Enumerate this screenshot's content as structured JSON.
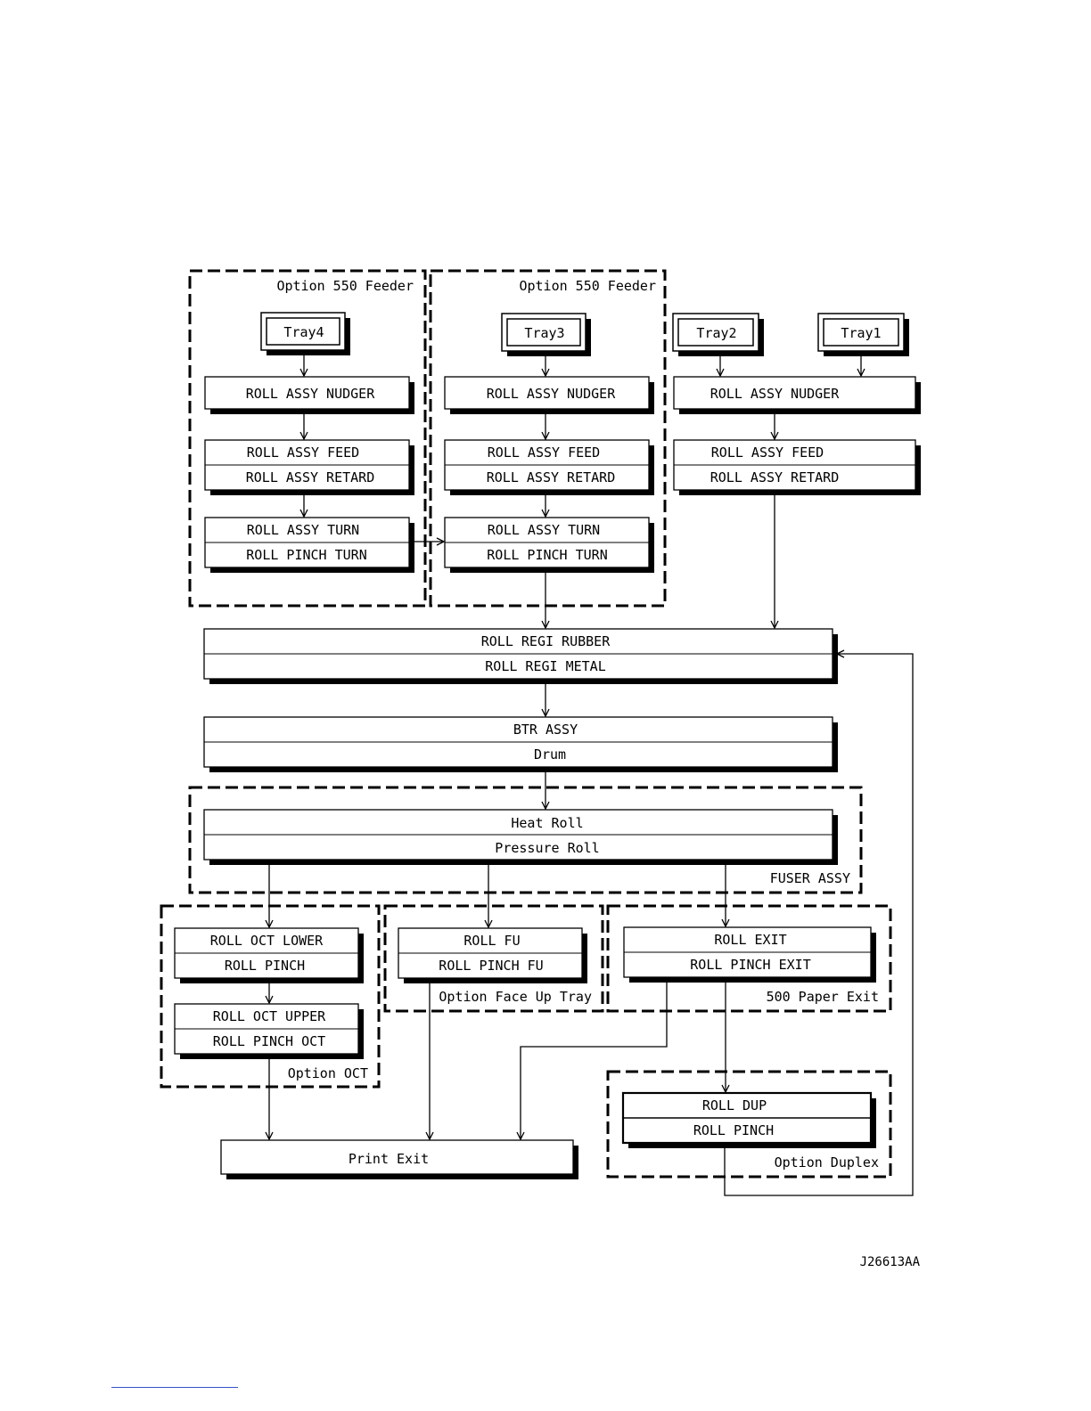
{
  "groups": {
    "feeder4": "Option 550 Feeder",
    "feeder3": "Option 550 Feeder",
    "fuser": "FUSER ASSY",
    "oct": "Option OCT",
    "faceup": "Option Face Up Tray",
    "paper_exit": "500 Paper Exit",
    "duplex": "Option Duplex"
  },
  "trays": {
    "tray4": "Tray4",
    "tray3": "Tray3",
    "tray2": "Tray2",
    "tray1": "Tray1"
  },
  "feeder4": {
    "nudger": "ROLL ASSY NUDGER",
    "feed": "ROLL ASSY FEED",
    "retard": "ROLL ASSY RETARD",
    "turn": "ROLL ASSY TURN",
    "pinch_turn": "ROLL PINCH TURN"
  },
  "feeder3": {
    "nudger": "ROLL ASSY NUDGER",
    "feed": "ROLL ASSY FEED",
    "retard": "ROLL ASSY RETARD",
    "turn": "ROLL ASSY TURN",
    "pinch_turn": "ROLL PINCH TURN"
  },
  "main_feed": {
    "nudger": "ROLL ASSY NUDGER",
    "feed": "ROLL ASSY FEED",
    "retard": "ROLL ASSY RETARD"
  },
  "regi": {
    "rubber": "ROLL REGI RUBBER",
    "metal": "ROLL REGI METAL"
  },
  "transfer": {
    "btr": "BTR ASSY",
    "drum": "Drum"
  },
  "fuser": {
    "heat": "Heat Roll",
    "pressure": "Pressure Roll"
  },
  "oct": {
    "lower": "ROLL OCT LOWER",
    "pinch": "ROLL PINCH",
    "upper": "ROLL OCT UPPER",
    "pinch_oct": "ROLL PINCH OCT"
  },
  "faceup": {
    "fu": "ROLL FU",
    "pinch_fu": "ROLL PINCH FU"
  },
  "paper_exit": {
    "exit": "ROLL EXIT",
    "pinch_exit": "ROLL PINCH EXIT"
  },
  "duplex": {
    "dup": "ROLL DUP",
    "pinch": "ROLL PINCH"
  },
  "print_exit": "Print Exit",
  "figure_id": "J26613AA"
}
